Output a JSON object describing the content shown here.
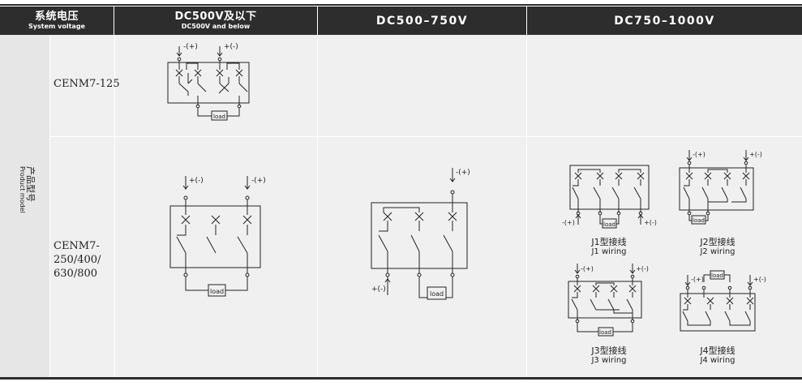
{
  "header": {
    "system_voltage_cn": "系统电压",
    "system_voltage_en": "System voltage",
    "col1_cn": "DC500V及以下",
    "col1_en": "DC500V and below",
    "col2": "DC500–750V",
    "col3": "DC750–1000V"
  },
  "product_model_cn": "产品型号",
  "product_model_en": "Product model",
  "models": {
    "row1": "CENM7-125",
    "row2_line1": "CENM7-",
    "row2_line2": "250/400/",
    "row2_line3": "630/800"
  },
  "diagram_labels": {
    "neg_pos": "-(+)",
    "pos_neg": "+(-)",
    "load": "load"
  },
  "wiring": {
    "j1_cn": "J1型接线",
    "j1_en": "J1 wiring",
    "j2_cn": "J2型接线",
    "j2_en": "J2 wiring",
    "j3_cn": "J3型接线",
    "j3_en": "J3 wiring",
    "j4_cn": "J4型接线",
    "j4_en": "J4 wiring"
  }
}
